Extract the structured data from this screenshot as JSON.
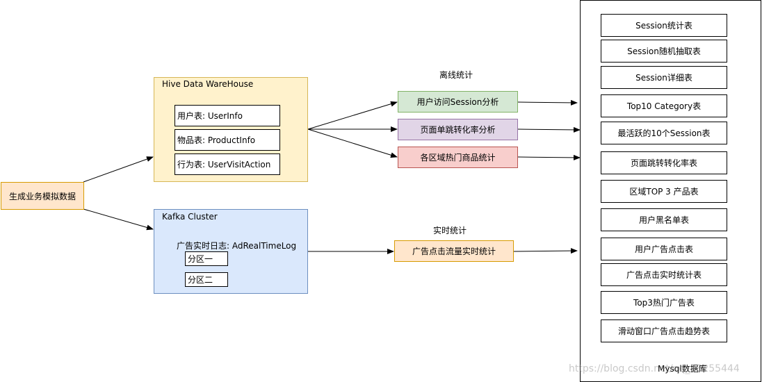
{
  "source": {
    "label": "生成业务模拟数据"
  },
  "hive": {
    "title": "Hive Data WareHouse",
    "tables": [
      "用户表:  UserInfo",
      "物品表:  ProductInfo",
      "行为表:  UserVisitAction"
    ]
  },
  "kafka": {
    "title": "Kafka Cluster",
    "log": "广告实时日志: AdRealTimeLog",
    "partitions": [
      "分区一",
      "分区二"
    ]
  },
  "offline": {
    "title": "离线统计",
    "tasks": [
      "用户访问Session分析",
      "页面单跳转化率分析",
      "各区域热门商品统计"
    ]
  },
  "realtime": {
    "title": "实时统计",
    "task": "广告点击流量实时统计"
  },
  "mysql": {
    "title": "Mysql数据库",
    "tables": [
      "Session统计表",
      "Session随机抽取表",
      "Session详细表",
      "Top10 Category表",
      "最活跃的10个Session表",
      "页面跳转转化率表",
      "区域TOP 3 产品表",
      "用户黑名单表",
      "用户广告点击表",
      "广告点击实时统计表",
      "Top3热门广告表",
      "滑动窗口广告点击趋势表"
    ]
  },
  "watermark": "https://blog.csdn.net/qq_38255444"
}
